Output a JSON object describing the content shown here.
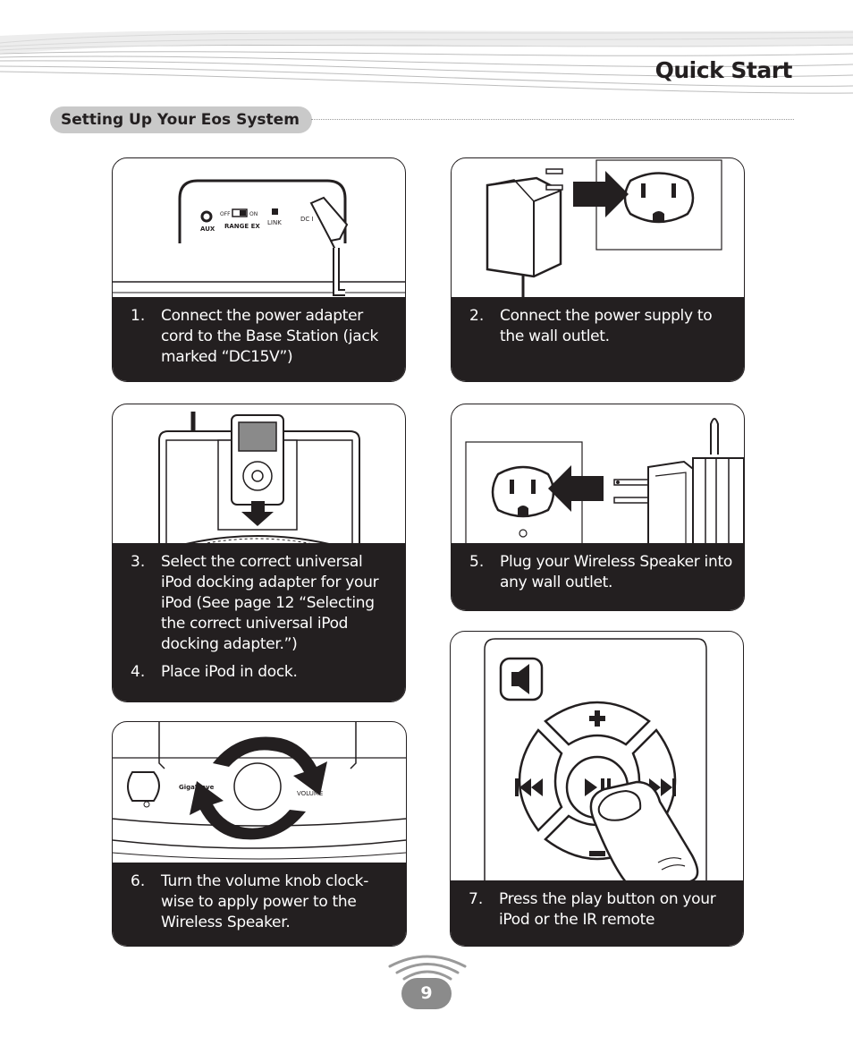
{
  "header": {
    "title": "Quick Start"
  },
  "section": {
    "title": "Setting Up Your Eos System"
  },
  "cards": {
    "c1": {
      "steps": [
        {
          "num": "1.",
          "text": "Connect the power adapter cord to the Base Station (jack marked “DC15V”)"
        }
      ],
      "panel_labels": {
        "aux": "AUX",
        "off": "OFF",
        "on": "ON",
        "range": "RANGE EX",
        "link": "LINK",
        "dc": "DC I"
      }
    },
    "c2": {
      "steps": [
        {
          "num": "2.",
          "text": "Connect the power supply to the wall outlet."
        }
      ]
    },
    "c3": {
      "steps": [
        {
          "num": "3.",
          "text": "Select the correct universal iPod docking adapter for your iPod (See page 12 “Selecting the correct universal iPod docking adapter.”)"
        },
        {
          "num": "4.",
          "text": "Place iPod in dock."
        }
      ]
    },
    "c5": {
      "steps": [
        {
          "num": "5.",
          "text": "Plug your Wireless Speaker into any wall outlet."
        }
      ]
    },
    "c6": {
      "steps": [
        {
          "num": "6.",
          "text": "Turn the volume knob clock-wise to apply power to the Wireless Speaker."
        }
      ],
      "labels": {
        "brand": "GigaWave",
        "volume": "VOLUME"
      }
    },
    "c7": {
      "steps": [
        {
          "num": "7.",
          "text": "Press the play button on your iPod or the IR remote"
        }
      ]
    }
  },
  "footer": {
    "page_number": "9"
  },
  "icons": [
    "wireless-waves-icon",
    "speaker-icon",
    "plus-icon",
    "minus-icon",
    "previous-track-icon",
    "play-pause-icon",
    "next-track-icon",
    "arrow-right-icon",
    "arrow-left-icon",
    "arrow-down-icon"
  ]
}
